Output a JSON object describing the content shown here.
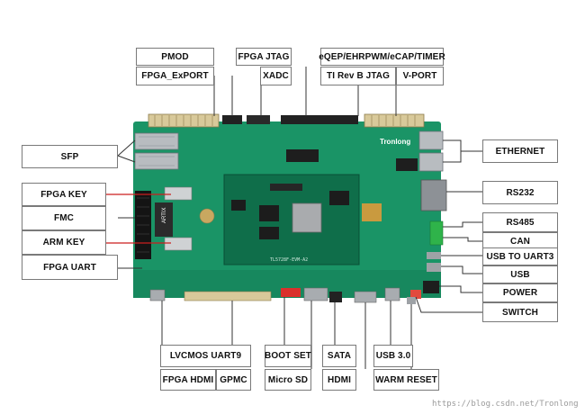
{
  "labels": {
    "pmod": "PMOD",
    "fpga_export": "FPGA_ExPORT",
    "fpga_jtag": "FPGA JTAG",
    "xadc": "XADC",
    "eqep": "eQEP/EHRPWM/eCAP/TIMER",
    "ti_jtag": "TI Rev B JTAG",
    "vport": "V-PORT",
    "sfp": "SFP",
    "ethernet": "ETHERNET",
    "fpga_key": "FPGA KEY",
    "fmc": "FMC",
    "arm_key": "ARM KEY",
    "fpga_uart": "FPGA UART",
    "rs232": "RS232",
    "rs485": "RS485",
    "can": "CAN",
    "usb_to_uart3": "USB TO UART3",
    "usb": "USB",
    "power": "POWER",
    "switch": "SWITCH",
    "lvcmos_uart9": "LVCMOS UART9",
    "fpga_hdmi": "FPGA HDMI",
    "gpmc": "GPMC",
    "boot_set": "BOOT SET",
    "micro_sd": "Micro SD",
    "sata": "SATA",
    "hdmi": "HDMI",
    "usb30": "USB 3.0",
    "warm_reset": "WARM RESET"
  },
  "board": {
    "brand": "Tronlong",
    "chip_label": "ARTIX",
    "model_text": "TL5728F-EVM-A2"
  },
  "watermark": "https://blog.csdn.net/Tronlong",
  "colors": {
    "pcb": "#1a9466",
    "pcb_dark": "#0f6e4a",
    "leader": "#333333",
    "key_leader": "#cc1f1f",
    "label_border": "#7a7a7a"
  }
}
